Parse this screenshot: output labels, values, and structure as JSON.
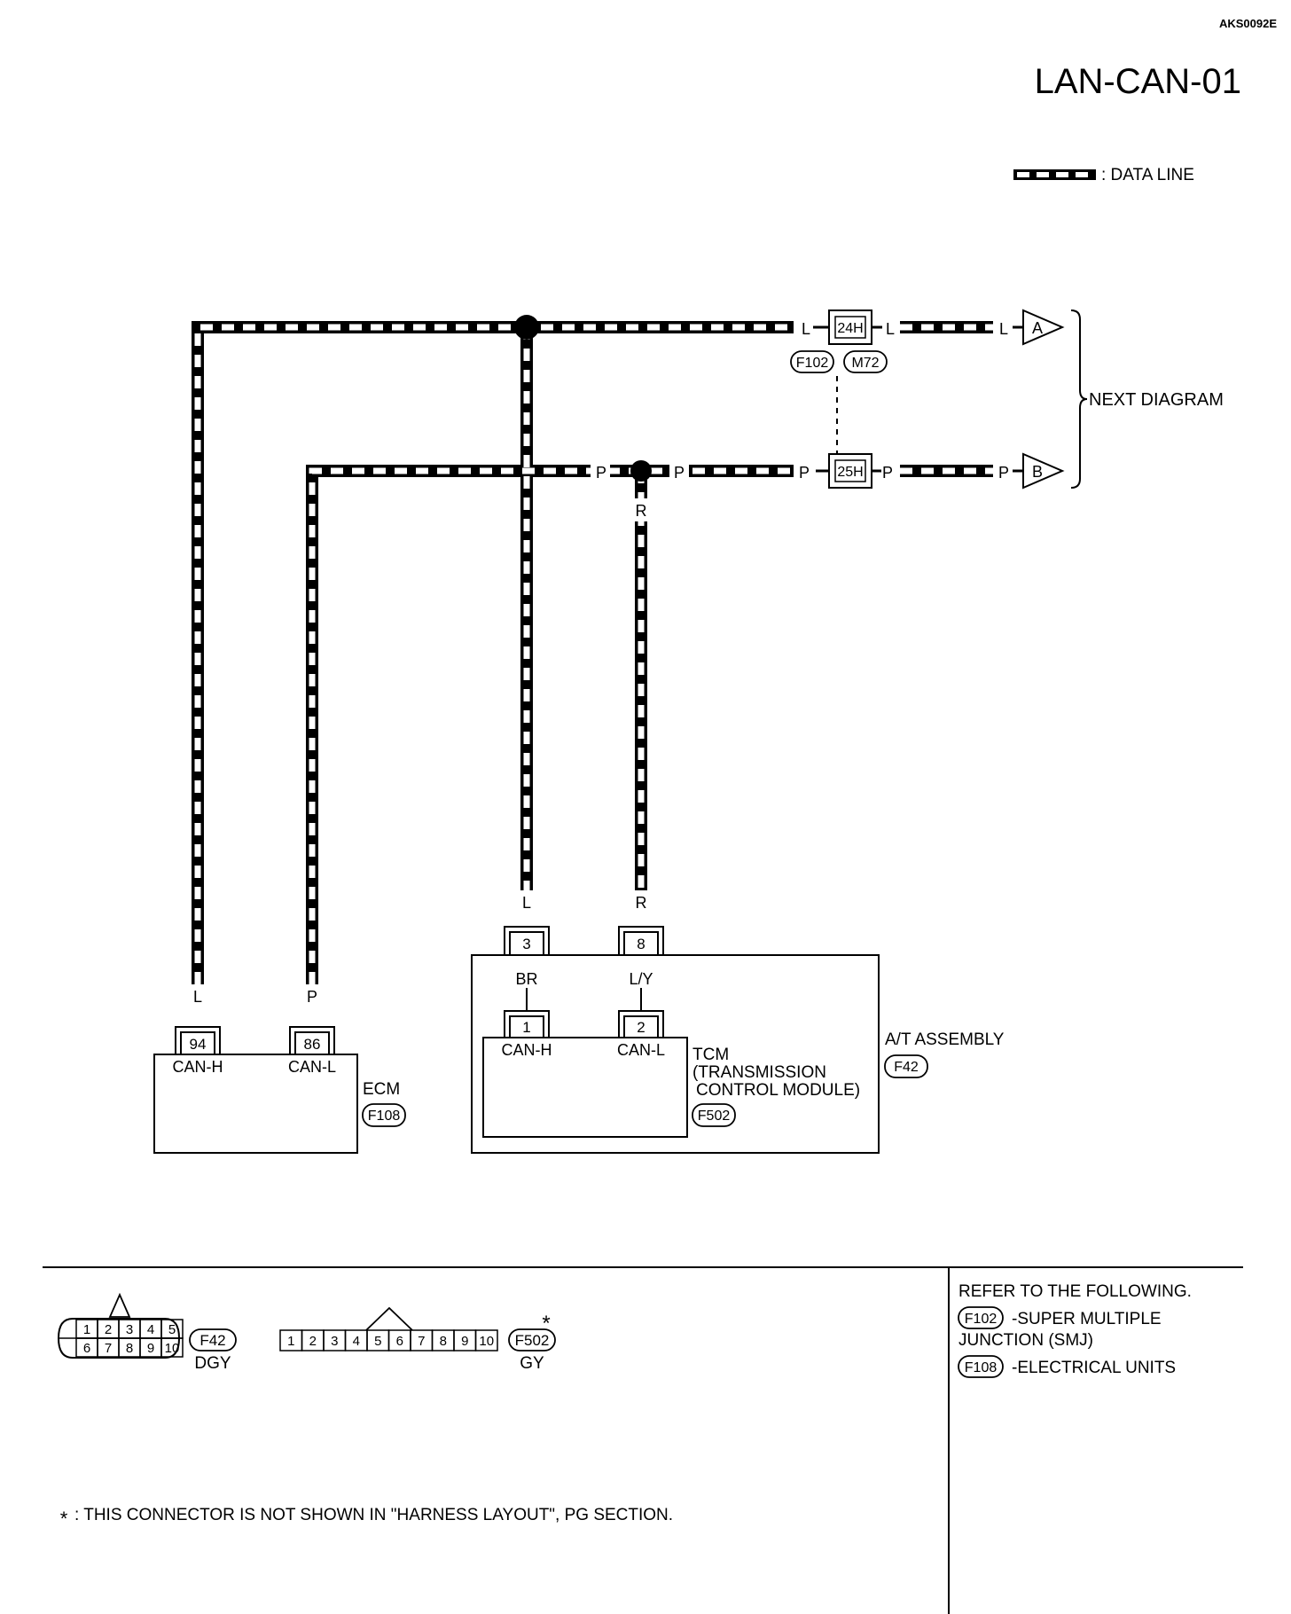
{
  "header": {
    "doc_code": "AKS0092E",
    "title": "LAN-CAN-01"
  },
  "legend": {
    "label": ": DATA LINE"
  },
  "wire_colors": {
    "L": "L",
    "P": "P",
    "R": "R",
    "BR": "BR",
    "LY": "L/Y"
  },
  "joint_connectors": {
    "upper": {
      "pin": "24H",
      "left_id": "F102",
      "right_id": "M72",
      "flag": "A"
    },
    "lower": {
      "pin": "25H",
      "flag": "B"
    }
  },
  "next_diagram": "NEXT DIAGRAM",
  "ecm": {
    "name": "ECM",
    "connector": "F108",
    "pins": [
      {
        "num": "94",
        "label": "CAN-H"
      },
      {
        "num": "86",
        "label": "CAN-L"
      }
    ]
  },
  "at_assembly": {
    "name": "A/T ASSEMBLY",
    "connector": "F42",
    "pins": [
      {
        "num": "3"
      },
      {
        "num": "8"
      }
    ]
  },
  "tcm": {
    "name_lines": [
      "TCM",
      "(TRANSMISSION",
      "CONTROL MODULE)"
    ],
    "connector": "F502",
    "pins": [
      {
        "num": "1",
        "label": "CAN-H"
      },
      {
        "num": "2",
        "label": "CAN-L"
      }
    ]
  },
  "connector_views": [
    {
      "id": "F42",
      "color": "DGY",
      "top_pins": [
        "1",
        "2",
        "3",
        "4",
        "5"
      ],
      "bottom_pins": [
        "6",
        "7",
        "8",
        "9",
        "10"
      ]
    },
    {
      "id": "F502",
      "color": "GY",
      "pins": [
        "1",
        "2",
        "3",
        "4",
        "5",
        "6",
        "7",
        "8",
        "9",
        "10"
      ],
      "mark": "*"
    }
  ],
  "refer": {
    "heading": "REFER TO THE FOLLOWING.",
    "items": [
      {
        "id": "F102",
        "text_lines": [
          "-SUPER MULTIPLE",
          "JUNCTION (SMJ)"
        ]
      },
      {
        "id": "F108",
        "text_lines": [
          "-ELECTRICAL UNITS"
        ]
      }
    ]
  },
  "footnote": {
    "mark": "*",
    "text": ": THIS CONNECTOR IS NOT SHOWN IN \"HARNESS LAYOUT\", PG SECTION."
  }
}
